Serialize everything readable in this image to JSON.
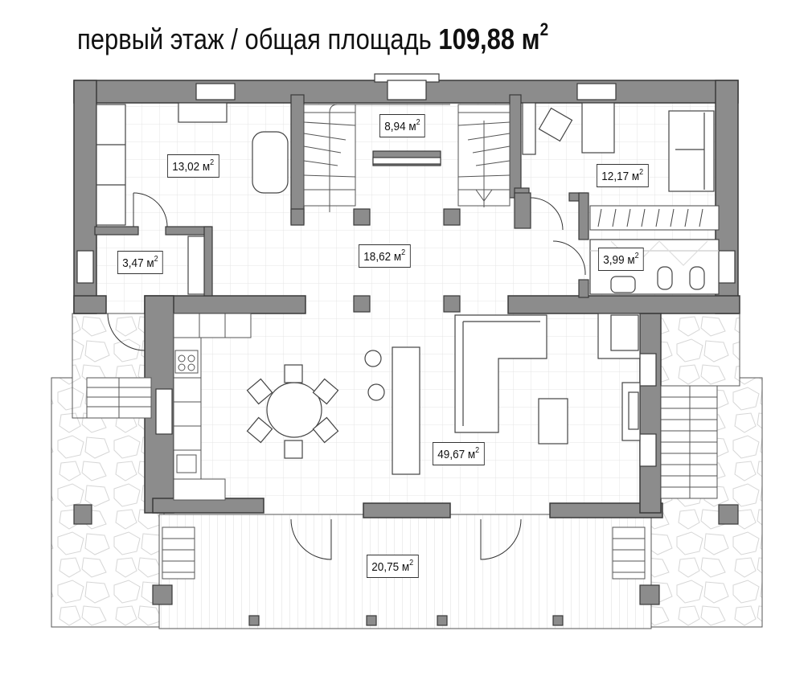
{
  "title": {
    "prefix": "первый этаж / общая площадь",
    "value": "109,88 м",
    "sup": "2"
  },
  "unit_sup": "2",
  "rooms": [
    {
      "area": "13,02 м"
    },
    {
      "area": "8,94 м"
    },
    {
      "area": "12,17 м"
    },
    {
      "area": "3,47 м"
    },
    {
      "area": "18,62 м"
    },
    {
      "area": "3,99 м"
    },
    {
      "area": "49,67 м"
    },
    {
      "area": "20,75 м"
    }
  ],
  "colors": {
    "wall": "#8c8c8c",
    "wall_stroke": "#3a3a3a",
    "floor_grid": "#e6e6e6",
    "terrace_stone": "#dcdcdc"
  }
}
